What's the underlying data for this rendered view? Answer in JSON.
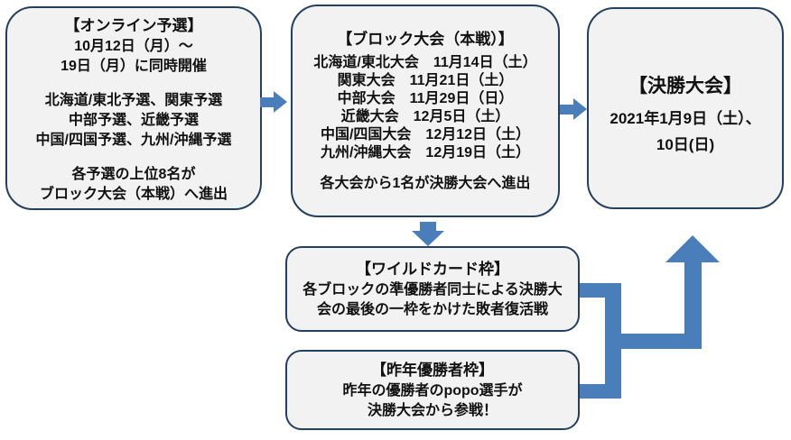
{
  "colors": {
    "arrow_blue": "#4a7ebb",
    "box_border": "#234061",
    "box_fill": "#f2f2f2"
  },
  "boxes": {
    "online_qualifier": {
      "title": "【オンライン予選】",
      "lines": [
        "10月12日（月）～",
        "19日（月）に同時開催",
        "",
        "北海道/東北予選、関東予選",
        "中部予選、近畿予選",
        "中国/四国予選、九州/沖縄予選",
        "",
        "各予選の上位8名が",
        "ブロック大会（本戦）へ進出"
      ]
    },
    "block_tournament": {
      "title": "【ブロック大会（本戦）】",
      "lines": [
        "北海道/東北大会　11月14日（土）",
        "関東大会　11月21日（土）",
        "中部大会　11月29日（日）",
        "近畿大会　12月5日（土）",
        "中国/四国大会　12月12日（土）",
        "九州/沖縄大会　12月19日（土）",
        "",
        "各大会から1名が決勝大会へ進出"
      ]
    },
    "final_tournament": {
      "title": "【決勝大会】",
      "lines": [
        "2021年1月9日（土）、",
        "10日(日)"
      ]
    },
    "wildcard": {
      "title": "【ワイルドカード枠】",
      "lines": [
        "各ブロックの準優勝者同士による決勝大",
        "会の最後の一枠をかけた敗者復活戦"
      ]
    },
    "last_year_champion": {
      "title": "【昨年優勝者枠】",
      "lines": [
        "昨年の優勝者のpopo選手が",
        "決勝大会から参戦！"
      ]
    }
  }
}
